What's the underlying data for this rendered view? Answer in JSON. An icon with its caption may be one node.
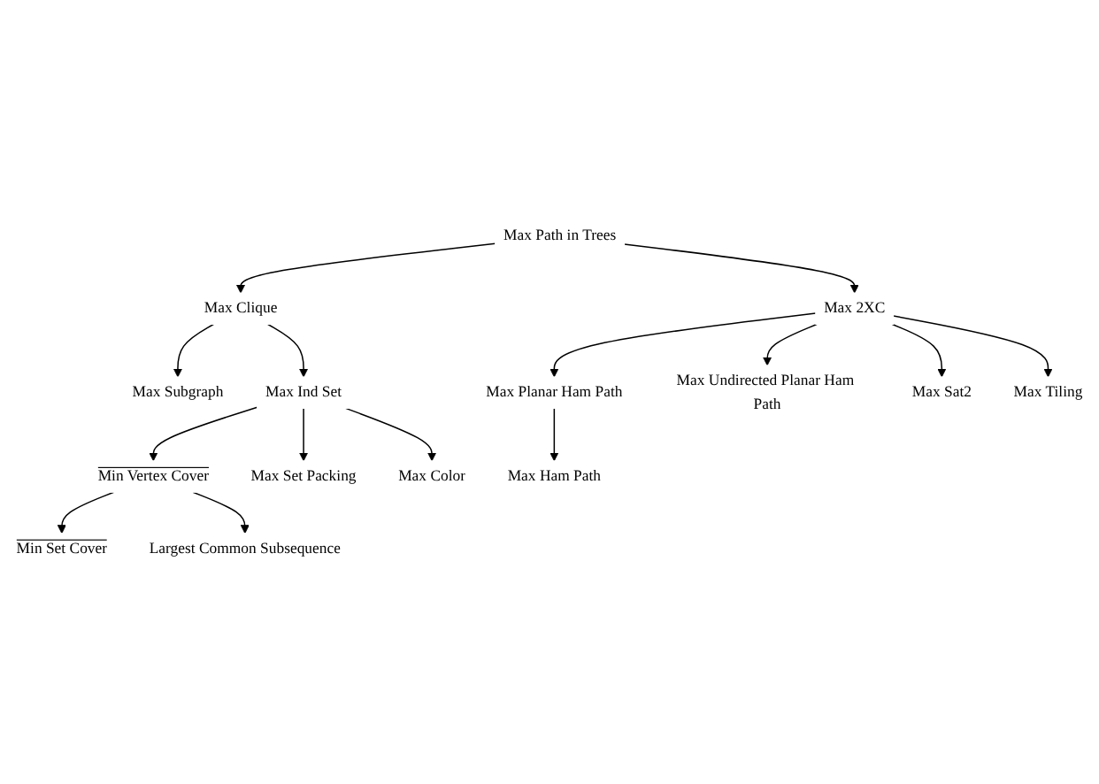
{
  "diagram": {
    "nodes": [
      {
        "text": [
          "Max Path in Trees"
        ]
      },
      {
        "text": [
          "Max Clique"
        ]
      },
      {
        "text": [
          "Max Subgraph"
        ]
      },
      {
        "text": [
          "Max Ind Set"
        ]
      },
      {
        "text": [
          "Min Vertex Cover"
        ]
      },
      {
        "text": [
          "Max Set Packing"
        ]
      },
      {
        "text": [
          "Max Color"
        ]
      },
      {
        "text": [
          "Min Set Cover"
        ]
      },
      {
        "text": [
          "Largest Common Subsequence"
        ]
      },
      {
        "text": [
          "Max 2XC"
        ]
      },
      {
        "text": [
          "Max Planar Ham Path"
        ]
      },
      {
        "text": [
          "Max Undirected Planar Ham Path"
        ]
      },
      {
        "text": [
          "Max Sat2"
        ]
      },
      {
        "text": [
          "Max Tiling"
        ]
      },
      {
        "text": [
          "Max Ham Path"
        ]
      }
    ],
    "edges": [
      {
        "from": 0,
        "to": 1,
        "arrow": "to"
      },
      {
        "from": 0,
        "to": 9,
        "arrow": "to"
      },
      {
        "from": 1,
        "to": 3,
        "arrow": "to"
      },
      {
        "from": 1,
        "to": 2,
        "arrow": "to"
      },
      {
        "from": 3,
        "to": 4,
        "arrow": "to"
      },
      {
        "from": 3,
        "to": 5,
        "arrow": "to"
      },
      {
        "from": 3,
        "to": 6,
        "arrow": "to"
      },
      {
        "from": 4,
        "to": 7,
        "arrow": "to"
      },
      {
        "from": 4,
        "to": 8,
        "arrow": "to"
      },
      {
        "from": 9,
        "to": 10,
        "arrow": "to"
      },
      {
        "from": 9,
        "to": 11,
        "arrow": "to"
      },
      {
        "from": 9,
        "to": 12,
        "arrow": "to"
      },
      {
        "from": 9,
        "to": 13,
        "arrow": "to"
      },
      {
        "from": 10,
        "to": 14,
        "arrow": "to"
      }
    ]
  }
}
